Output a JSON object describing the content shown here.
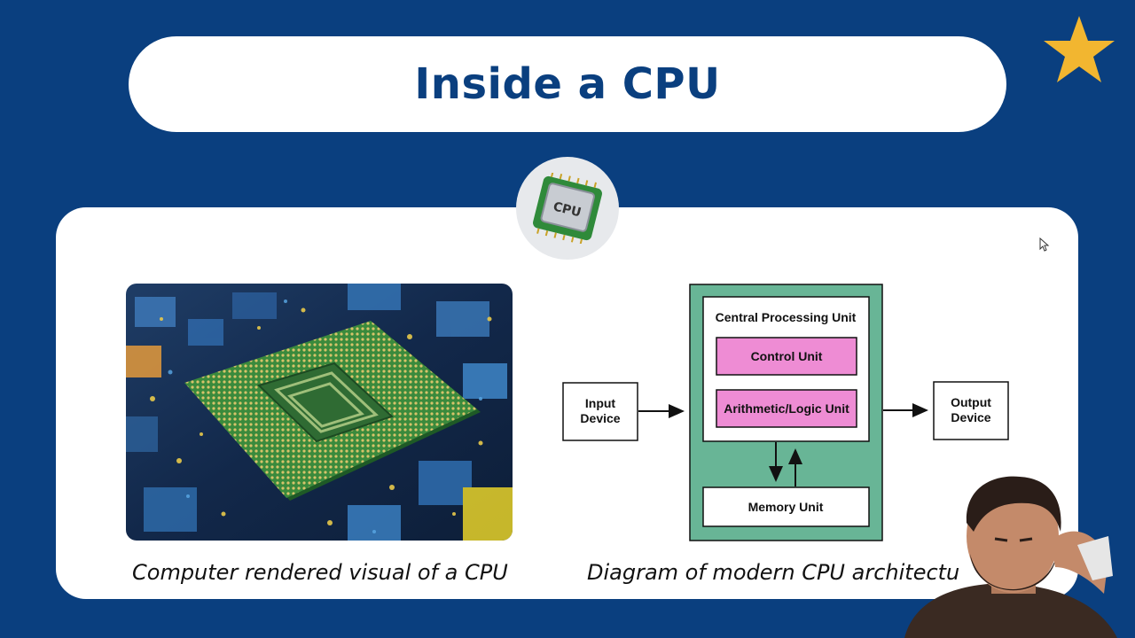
{
  "slide": {
    "title": "Inside a CPU",
    "cpu_icon_label": "CPU"
  },
  "left_panel": {
    "caption": "Computer rendered visual of a CPU"
  },
  "right_panel": {
    "caption": "Diagram of modern CPU architectu"
  },
  "diagram": {
    "input": [
      "Input",
      "Device"
    ],
    "output": [
      "Output",
      "Device"
    ],
    "cpu_title": "Central Processing Unit",
    "control_unit": "Control Unit",
    "alu": "Arithmetic/Logic Unit",
    "memory_unit": "Memory Unit"
  },
  "colors": {
    "background": "#0a3f7f",
    "star": "#f2b630",
    "cpu_box": "#68b596",
    "unit_fill": "#ee8cd4"
  }
}
